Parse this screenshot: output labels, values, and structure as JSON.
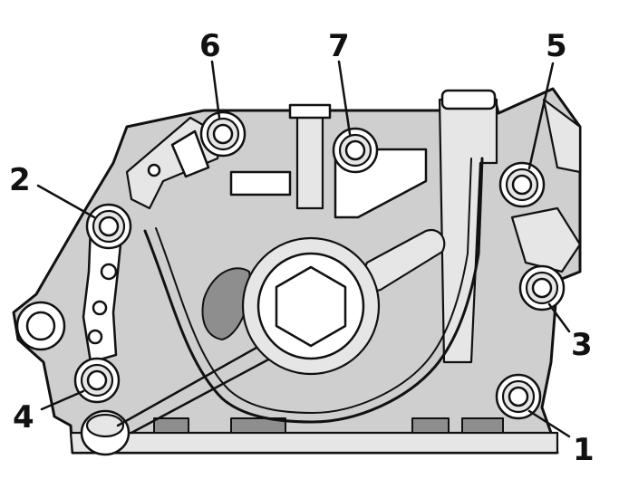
{
  "figure": {
    "callouts": [
      {
        "id": "bolt-1",
        "label": "1"
      },
      {
        "id": "bolt-2",
        "label": "2"
      },
      {
        "id": "bolt-3",
        "label": "3"
      },
      {
        "id": "bolt-4",
        "label": "4"
      },
      {
        "id": "bolt-5",
        "label": "5"
      },
      {
        "id": "bolt-6",
        "label": "6"
      },
      {
        "id": "bolt-7",
        "label": "7"
      }
    ]
  },
  "colors": {
    "ink": "#111111",
    "housing": "#cfcfcf",
    "recess": "#8e8e8e",
    "background": "#ffffff"
  }
}
